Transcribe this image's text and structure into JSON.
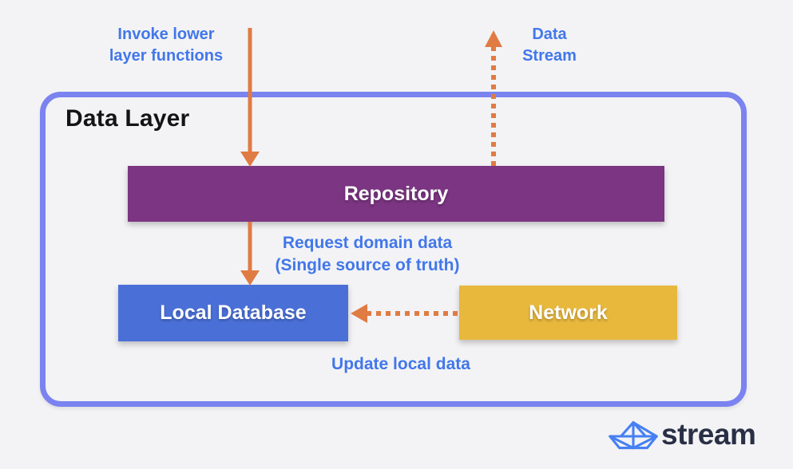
{
  "diagram": {
    "title": "Data Layer",
    "annotations": {
      "invoke": "Invoke lower\nlayer functions",
      "data_stream": "Data\nStream",
      "request": "Request domain data\n(Single source of truth)",
      "update": "Update local data"
    },
    "nodes": {
      "repository": {
        "label": "Repository",
        "color": "#7B3582"
      },
      "local_database": {
        "label": "Local Database",
        "color": "#4A70D8"
      },
      "network": {
        "label": "Network",
        "color": "#E8B83D"
      }
    },
    "edges": [
      {
        "from": "upper-layer",
        "to": "repository",
        "style": "solid",
        "direction": "down",
        "label": "Invoke lower layer functions"
      },
      {
        "from": "repository",
        "to": "upper-layer",
        "style": "dashed",
        "direction": "up",
        "label": "Data Stream"
      },
      {
        "from": "repository",
        "to": "local_database",
        "style": "solid",
        "direction": "down",
        "label": "Request domain data (Single source of truth)"
      },
      {
        "from": "network",
        "to": "local_database",
        "style": "dashed",
        "direction": "left",
        "label": "Update local data"
      }
    ],
    "colors": {
      "background": "#F3F3F5",
      "frame_border": "#7A83EF",
      "arrow": "#E07B44",
      "annotation_text": "#4277EA",
      "title_text": "#141414"
    }
  },
  "logo": {
    "text": "stream",
    "icon": "paper-boat-icon",
    "text_color": "#292F45",
    "icon_color": "#4680F2"
  }
}
